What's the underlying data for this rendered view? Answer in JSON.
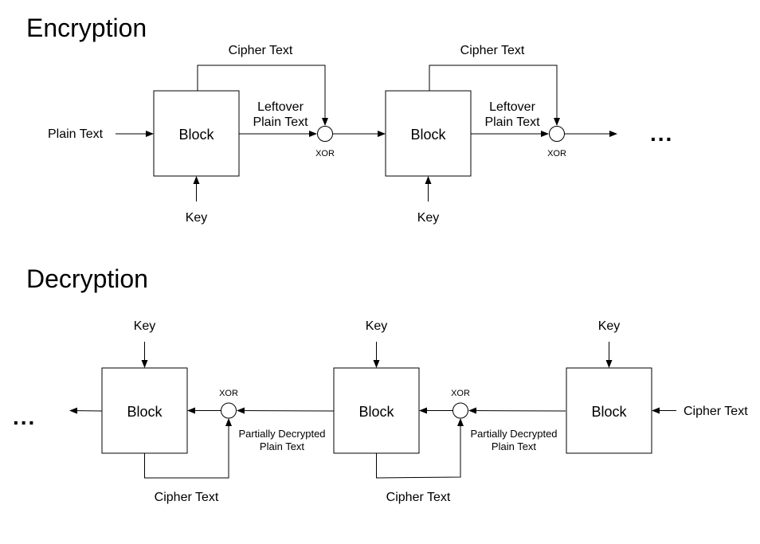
{
  "encryption": {
    "heading": "Encryption",
    "plain_text_label": "Plain Text",
    "block_labels": [
      "Block",
      "Block"
    ],
    "key_labels": [
      "Key",
      "Key"
    ],
    "cipher_text_labels": [
      "Cipher Text",
      "Cipher Text"
    ],
    "leftover_labels": [
      {
        "line1": "Leftover",
        "line2": "Plain Text"
      },
      {
        "line1": "Leftover",
        "line2": "Plain Text"
      }
    ],
    "xor_labels": [
      "XOR",
      "XOR"
    ],
    "continuation": "..."
  },
  "decryption": {
    "heading": "Decryption",
    "block_labels": [
      "Block",
      "Block",
      "Block"
    ],
    "key_labels": [
      "Key",
      "Key",
      "Key"
    ],
    "cipher_text_input_label": "Cipher Text",
    "cipher_text_labels": [
      "Cipher Text",
      "Cipher Text"
    ],
    "partially_decrypted_labels": [
      {
        "line1": "Partially Decrypted",
        "line2": "Plain Text"
      },
      {
        "line1": "Partially Decrypted",
        "line2": "Plain Text"
      }
    ],
    "xor_labels": [
      "XOR",
      "XOR"
    ],
    "continuation": "..."
  }
}
